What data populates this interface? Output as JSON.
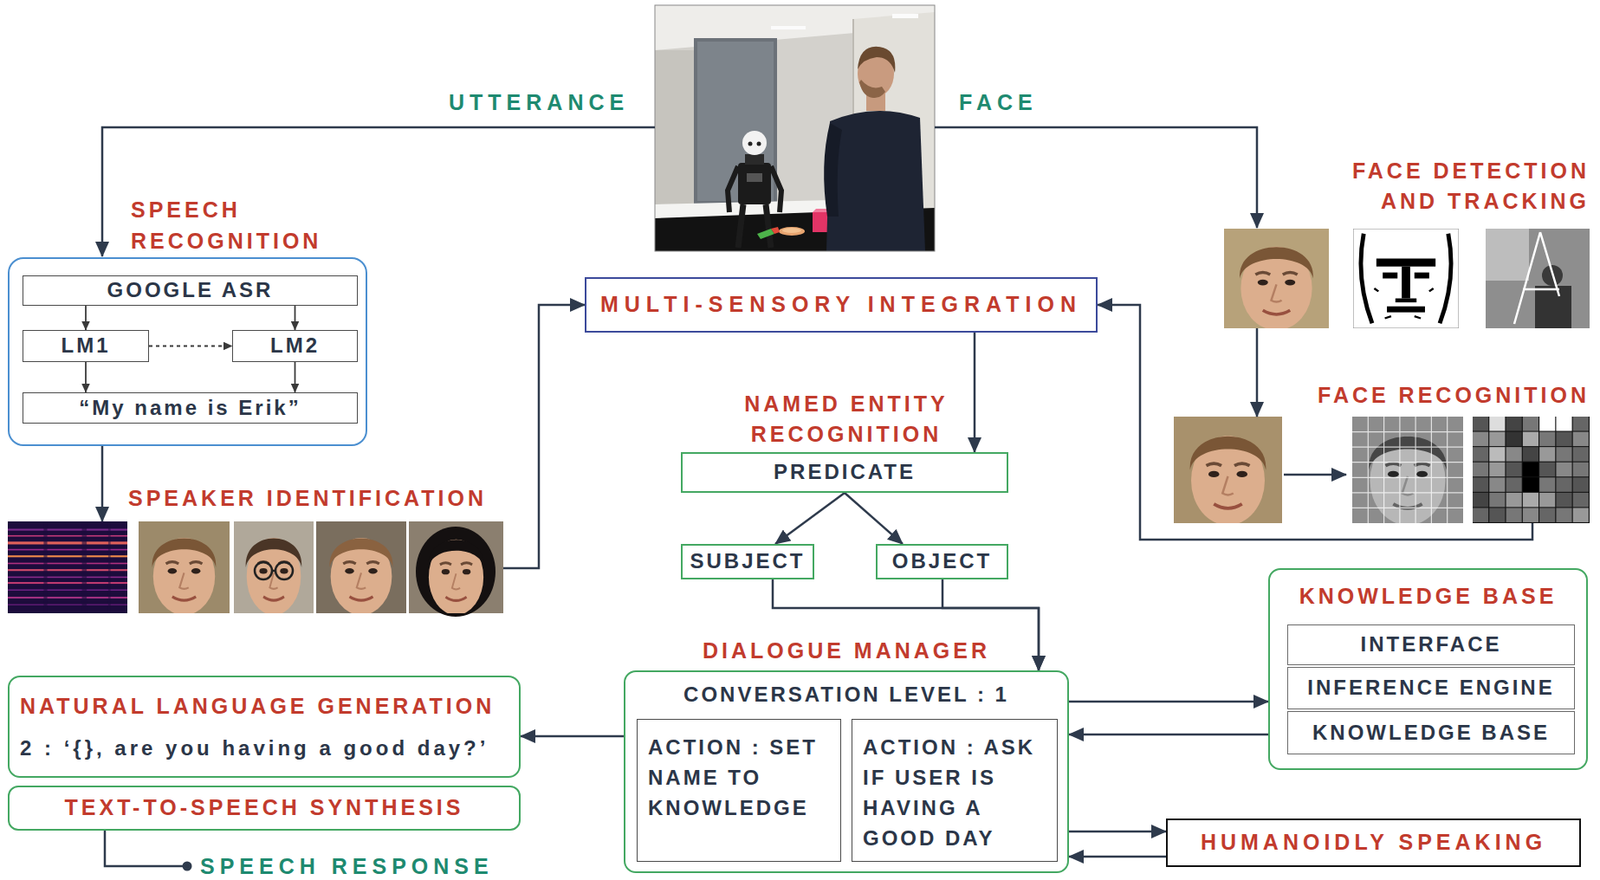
{
  "diagram": {
    "nodes": [
      {
        "text": [
          "SPEECH RECOGNITION"
        ]
      },
      {
        "text": [
          "GOOGLE ASR"
        ],
        "in": 0
      },
      {
        "text": [
          "LM1"
        ],
        "in": 0
      },
      {
        "text": [
          "LM2"
        ],
        "in": 0
      },
      {
        "text": [
          "“My name is Erik”"
        ],
        "in": 0
      },
      {
        "text": [
          "SPEAKER IDENTIFICATION"
        ]
      },
      {
        "text": [
          "MULTI-SENSORY INTEGRATION"
        ]
      },
      {
        "text": [
          "FACE DETECTION AND TRACKING"
        ]
      },
      {
        "text": [
          "FACE RECOGNITION"
        ]
      },
      {
        "text": [
          "NAMED ENTITY RECOGNITION",
          "PREDICATE"
        ]
      },
      {
        "text": [
          "SUBJECT"
        ]
      },
      {
        "text": [
          "OBJECT"
        ]
      },
      {
        "text": [
          "DIALOGUE MANAGER",
          "CONVERSATION LEVEL : 1"
        ]
      },
      {
        "text": [
          "ACTION : SET NAME TO KNOWLEDGE"
        ],
        "in": 12
      },
      {
        "text": [
          "ACTION : ASK IF USER IS HAVING A GOOD DAY"
        ],
        "in": 12
      },
      {
        "text": [
          "KNOWLEDGE BASE"
        ]
      },
      {
        "text": [
          "INTERFACE"
        ],
        "in": 15
      },
      {
        "text": [
          "INFERENCE ENGINE"
        ],
        "in": 15
      },
      {
        "text": [
          "KNOWLEDGE BASE"
        ],
        "in": 15
      },
      {
        "text": [
          "NATURAL LANGUAGE GENERATION",
          "2 : ‘{}, are you having a good day?’"
        ]
      },
      {
        "text": [
          "TEXT-TO-SPEECH SYNTHESIS"
        ]
      },
      {
        "text": [
          "HUMANOIDLY SPEAKING"
        ]
      }
    ],
    "edges": [
      {
        "from": 1,
        "to": 2,
        "arrow": "to"
      },
      {
        "from": 1,
        "to": 3,
        "arrow": "to"
      },
      {
        "from": 2,
        "to": 3,
        "arrow": "to"
      },
      {
        "from": 2,
        "to": 4,
        "arrow": "to"
      },
      {
        "from": 3,
        "to": 4,
        "arrow": "to"
      },
      {
        "from": 0,
        "to": 5,
        "arrow": "to"
      },
      {
        "from": 5,
        "to": 6,
        "arrow": "to"
      },
      {
        "from": 7,
        "to": 8,
        "arrow": "to"
      },
      {
        "from": 8,
        "to": 6,
        "arrow": "to"
      },
      {
        "from": 6,
        "to": 9,
        "arrow": "to"
      },
      {
        "from": 9,
        "to": 10,
        "arrow": "to"
      },
      {
        "from": 9,
        "to": 11,
        "arrow": "to"
      },
      {
        "from": 10,
        "to": 12,
        "arrow": "to"
      },
      {
        "from": 11,
        "to": 12,
        "arrow": "to"
      },
      {
        "from": 12,
        "to": 15,
        "arrow": "to"
      },
      {
        "from": 15,
        "to": 12,
        "arrow": "to"
      },
      {
        "from": 12,
        "to": 21,
        "arrow": "to"
      },
      {
        "from": 21,
        "to": 12,
        "arrow": "to"
      },
      {
        "from": 12,
        "to": 19,
        "arrow": "to"
      }
    ],
    "labels": [
      "UTTERANCE",
      "FACE",
      "SPEECH RESPONSE"
    ]
  }
}
